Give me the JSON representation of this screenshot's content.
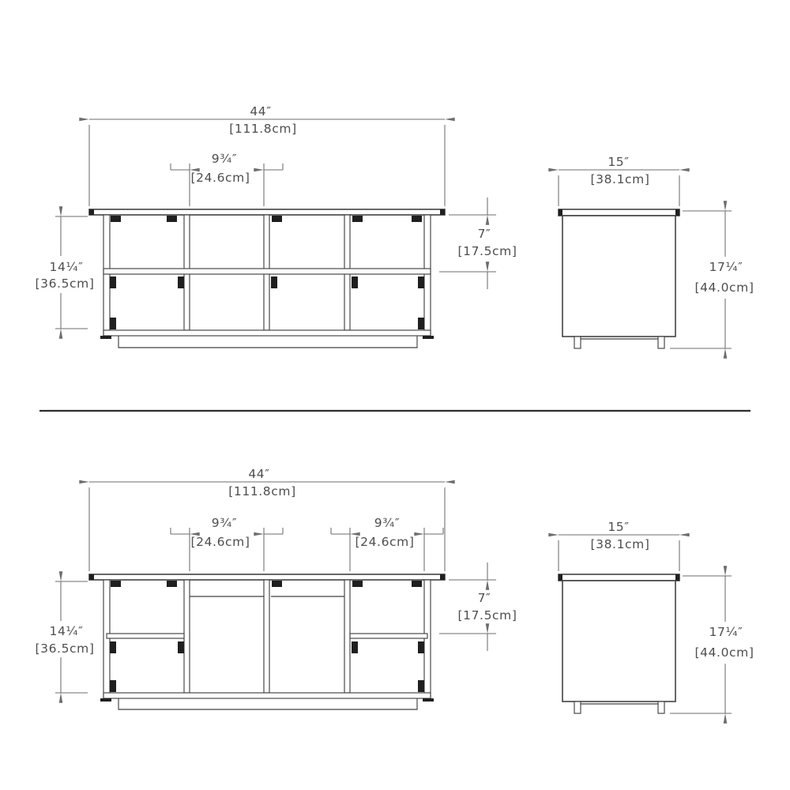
{
  "drawing": {
    "upper": {
      "front": {
        "overall_width_in": "44″",
        "overall_width_cm": "[111.8cm]",
        "opening_width_in": "9¾″",
        "opening_width_cm": "[24.6cm]",
        "interior_height_in": "14¼″",
        "interior_height_cm": "[36.5cm]",
        "upper_opening_height_in": "7″",
        "upper_opening_height_cm": "[17.5cm]"
      },
      "side": {
        "depth_in": "15″",
        "depth_cm": "[38.1cm]",
        "overall_height_in": "17¼″",
        "overall_height_cm": "[44.0cm]"
      }
    },
    "lower": {
      "front": {
        "overall_width_in": "44″",
        "overall_width_cm": "[111.8cm]",
        "left_door_width_in": "9¾″",
        "left_door_width_cm": "[24.6cm]",
        "right_opening_width_in": "9¾″",
        "right_opening_width_cm": "[24.6cm]",
        "interior_height_in": "14¼″",
        "interior_height_cm": "[36.5cm]",
        "upper_opening_height_in": "7″",
        "upper_opening_height_cm": "[17.5cm]"
      },
      "side": {
        "depth_in": "15″",
        "depth_cm": "[38.1cm]",
        "overall_height_in": "17¼″",
        "overall_height_cm": "[44.0cm]"
      }
    }
  }
}
